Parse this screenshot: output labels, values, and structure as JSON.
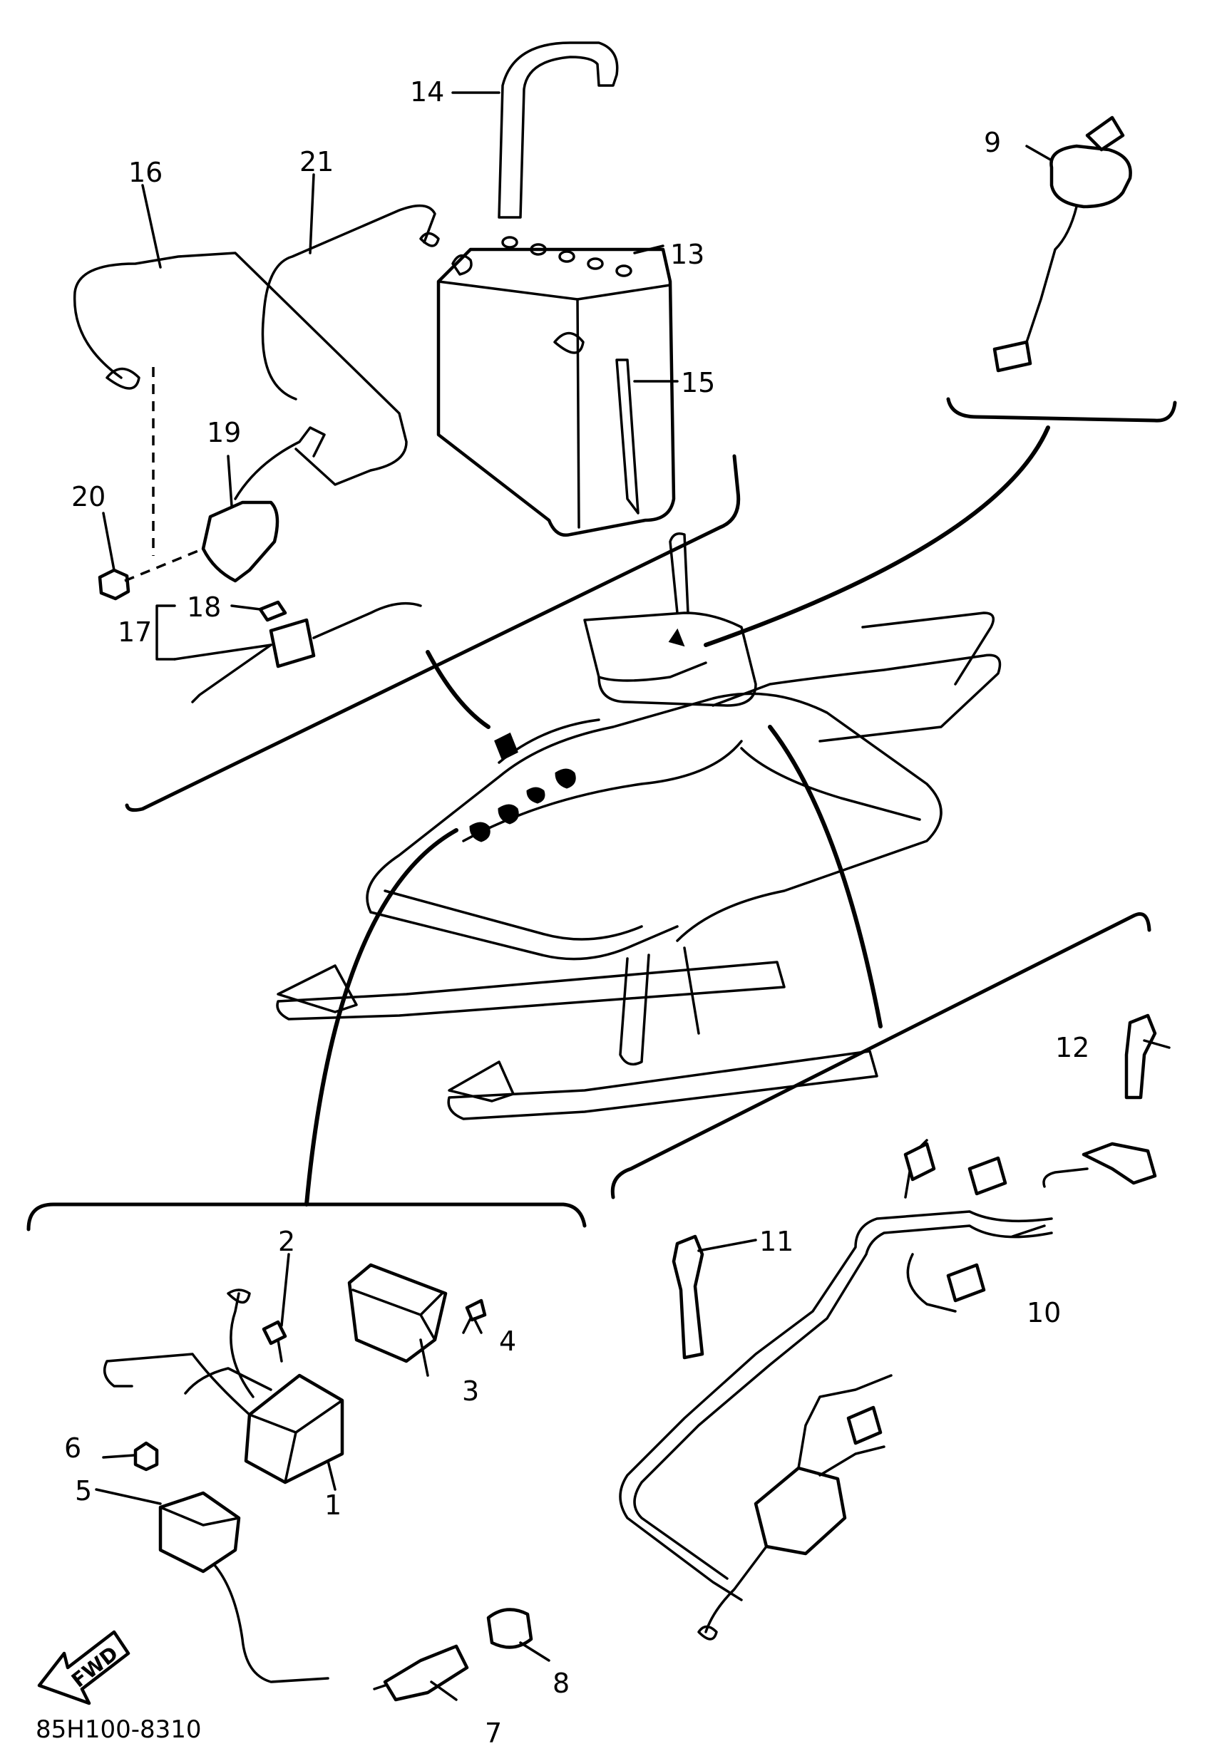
{
  "callouts": {
    "c1": "1",
    "c2": "2",
    "c3": "3",
    "c4": "4",
    "c5": "5",
    "c6": "6",
    "c7": "7",
    "c8": "8",
    "c9": "9",
    "c10": "10",
    "c11": "11",
    "c12": "12",
    "c13": "13",
    "c14": "14",
    "c15": "15",
    "c16": "16",
    "c17": "17",
    "c18": "18",
    "c19": "19",
    "c20": "20",
    "c21": "21"
  },
  "direction_label": "FWD",
  "drawing_code": "85H100-8310"
}
